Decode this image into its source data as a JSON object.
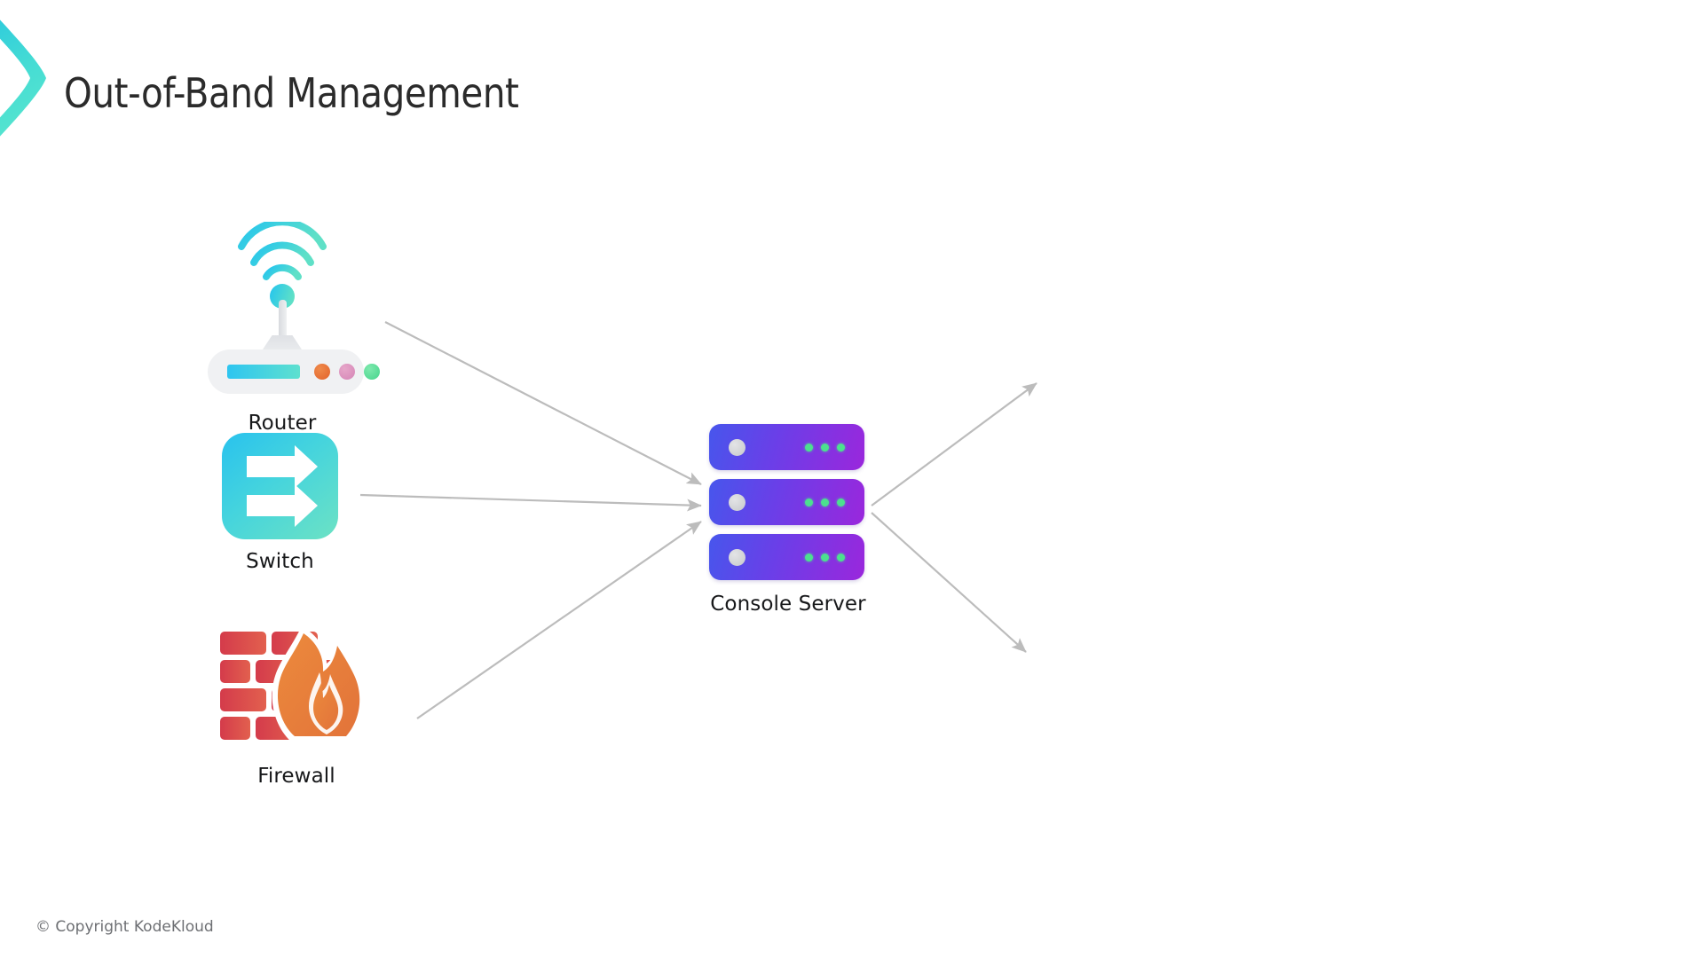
{
  "header": {
    "title": "Out-of-Band Management",
    "accent_color": "#3fd6d0"
  },
  "footer": {
    "copyright": "© Copyright KodeKloud"
  },
  "diagram": {
    "type": "network-topology",
    "nodes": [
      {
        "id": "router",
        "label": "Router",
        "icon": "wifi-router-icon",
        "colors": [
          "#2ec5f0",
          "#5ee0cf",
          "#f0f1f3"
        ]
      },
      {
        "id": "switch",
        "label": "Switch",
        "icon": "network-switch-icon",
        "colors": [
          "#29c2ee",
          "#6ce2c4"
        ]
      },
      {
        "id": "firewall",
        "label": "Firewall",
        "icon": "firewall-flame-icon",
        "colors": [
          "#d8404d",
          "#e8873a"
        ]
      },
      {
        "id": "server",
        "label": "Console Server",
        "icon": "server-stack-icon",
        "colors": [
          "#4756ec",
          "#9a27dc"
        ]
      }
    ],
    "connectors": [
      {
        "from": "router",
        "to": "server",
        "direction": "to-server"
      },
      {
        "from": "switch",
        "to": "server",
        "direction": "to-server"
      },
      {
        "from": "firewall",
        "to": "server",
        "direction": "to-server"
      },
      {
        "from": "server",
        "to": "upstream-top",
        "direction": "from-server"
      },
      {
        "from": "server",
        "to": "upstream-bottom",
        "direction": "from-server"
      }
    ],
    "connector_color": "#bcbcbc"
  },
  "server": {
    "units": [
      {
        "indicators": 3
      },
      {
        "indicators": 3
      },
      {
        "indicators": 3
      }
    ]
  }
}
